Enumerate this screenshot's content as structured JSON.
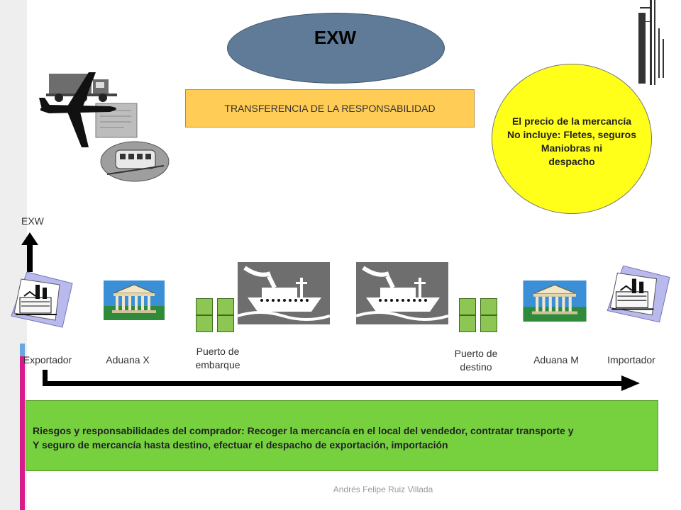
{
  "title": "EXW",
  "transfer_label": "TRANSFERENCIA DE LA RESPONSABILIDAD",
  "price_note": {
    "lines": [
      "El precio de la mercancía",
      "No incluye: Fletes, seguros",
      "Maniobras ni",
      "despacho"
    ]
  },
  "arrow_label": "EXW",
  "nodes": {
    "exportador": "Exportador",
    "aduana_x": "Aduana X",
    "puerto_embarque": "Puerto de embarque",
    "puerto_destino": "Puerto de destino",
    "aduana_m": "Aduana M",
    "importador": "Importador"
  },
  "risk_note": {
    "lines": [
      "Riesgos y responsabilidades del comprador: Recoger la mercancía en el local del vendedor, contratar transporte y",
      "Y seguro de mercancía hasta destino, efectuar el despacho de exportación, importación"
    ]
  },
  "footer": "Andrés Felipe Ruiz Villada",
  "colors": {
    "ellipse": "#5f7b98",
    "transfer_box": "#ffcc55",
    "price_circle": "#ffff1a",
    "risk_box": "#77d13f",
    "accent_bar": "#d81b8b"
  }
}
